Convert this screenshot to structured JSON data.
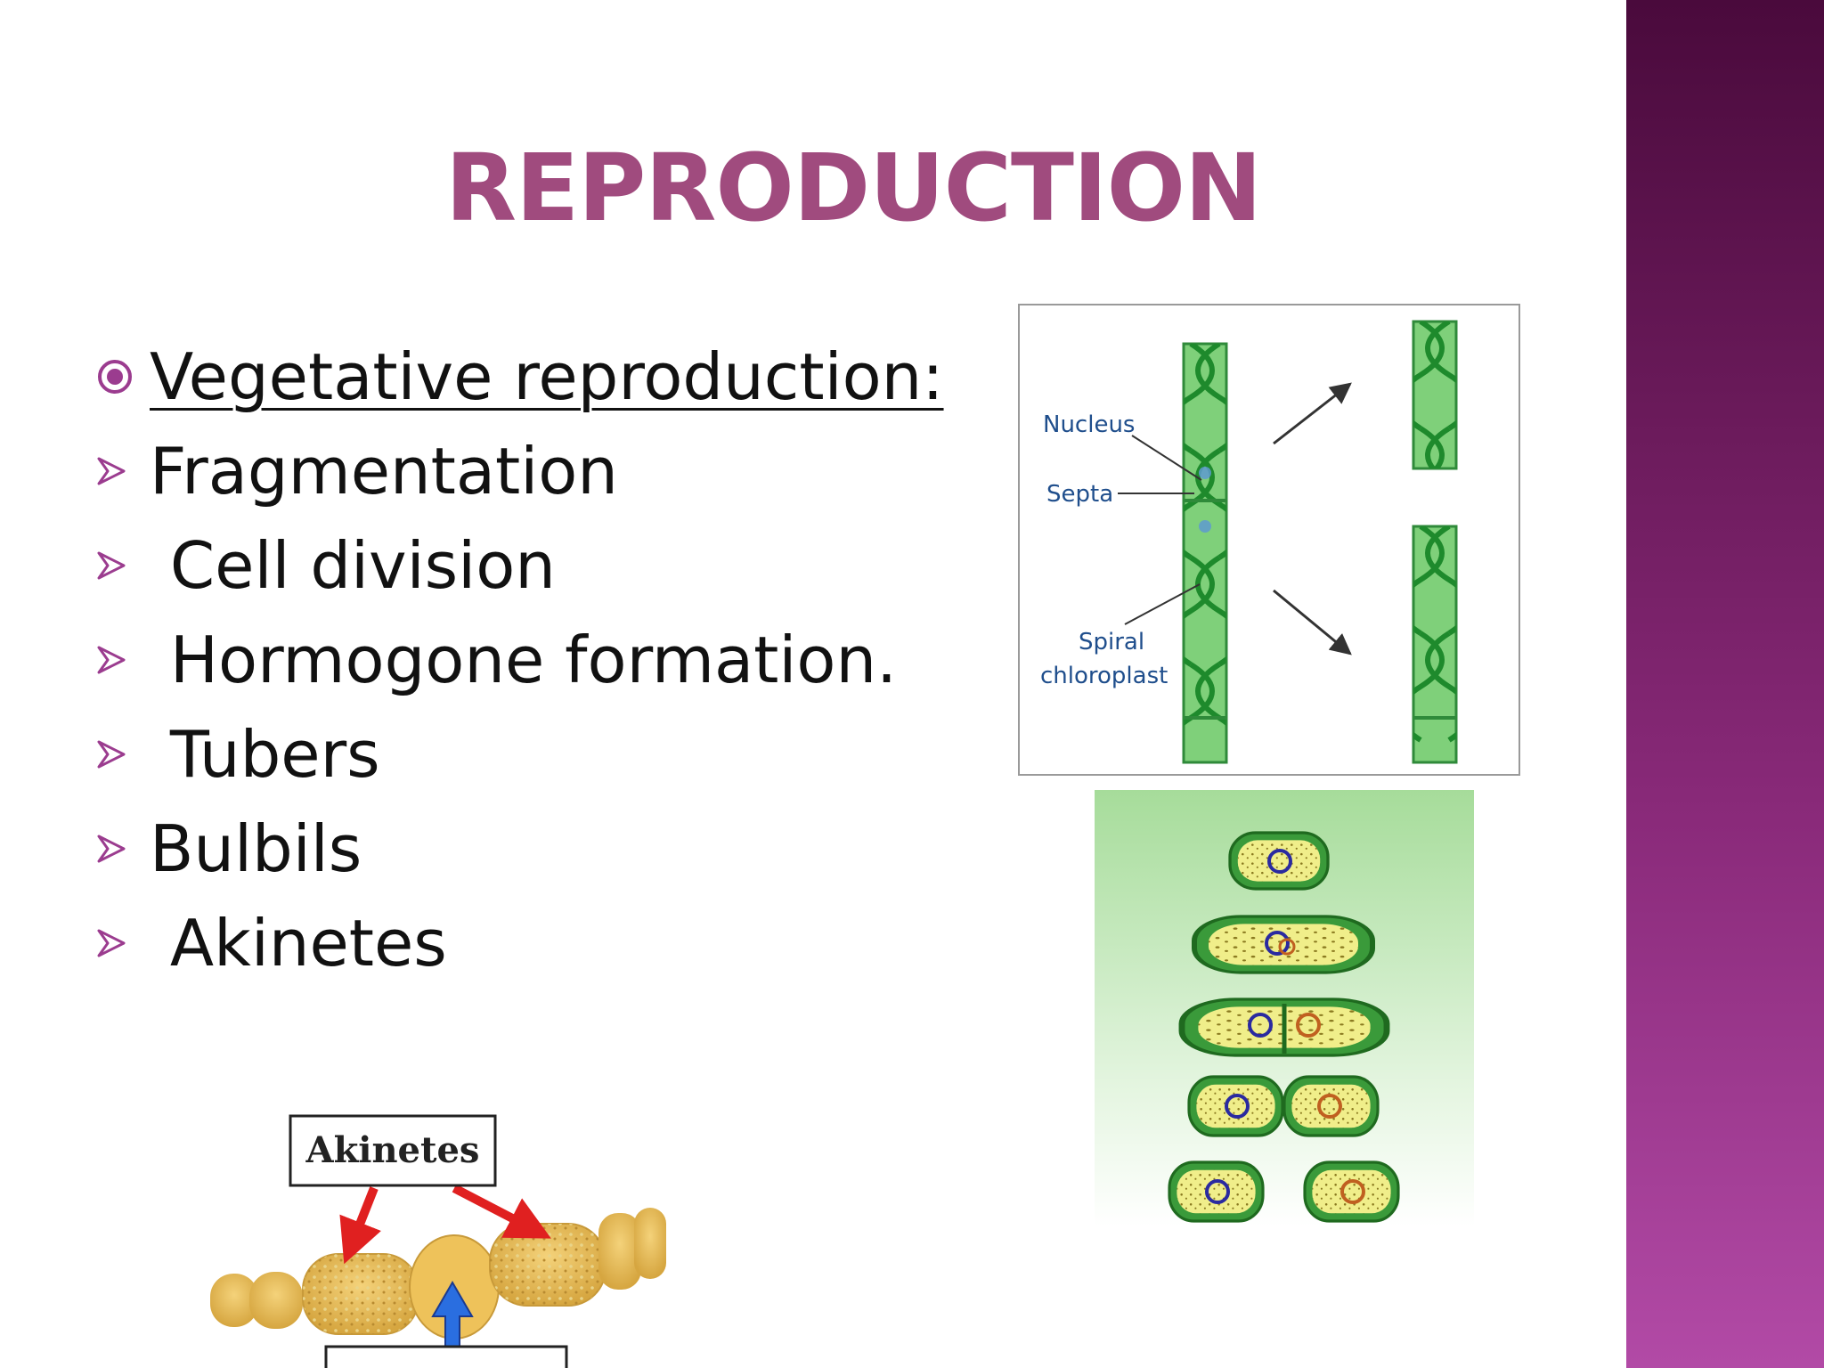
{
  "slide": {
    "title": "REPRODUCTION",
    "colors": {
      "title": "#a04b7e",
      "accent": "#9b3c8f",
      "band_top": "#4a0a3c",
      "band_bottom": "#b24aa6"
    },
    "bullets": [
      {
        "text": "Vegetative reproduction:",
        "marker": "circle-bullet-icon",
        "underline": true
      },
      {
        "text": "Fragmentation",
        "marker": "arrowhead-bullet-icon"
      },
      {
        "text": " Cell division",
        "marker": "arrowhead-bullet-icon"
      },
      {
        "text": " Hormogone formation.",
        "marker": "arrowhead-bullet-icon"
      },
      {
        "text": " Tubers",
        "marker": "arrowhead-bullet-icon"
      },
      {
        "text": "Bulbils",
        "marker": "arrowhead-bullet-icon"
      },
      {
        "text": " Akinetes",
        "marker": "arrowhead-bullet-icon"
      }
    ]
  },
  "figures": {
    "fragmentation": {
      "labels": {
        "nucleus": "Nucleus",
        "septa": "Septa",
        "spiral": "Spiral",
        "chloroplast": "chloroplast"
      }
    },
    "akinetes": {
      "label": "Akinetes"
    }
  }
}
